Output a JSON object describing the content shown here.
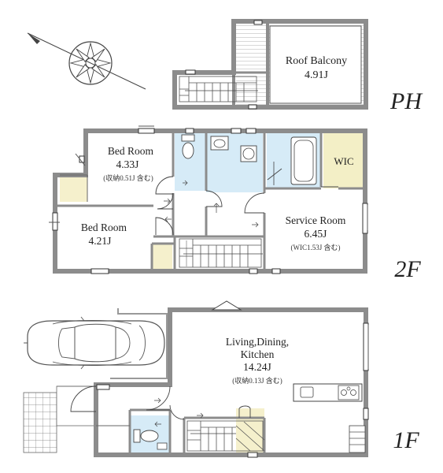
{
  "floors": {
    "ph": {
      "label": "PH",
      "rooms": [
        {
          "name": "Roof Balcony",
          "size": "4.91J"
        }
      ]
    },
    "f2": {
      "label": "2F",
      "rooms": [
        {
          "name": "Bed Room",
          "size": "4.33J",
          "note": "(収納0.51J 含む)"
        },
        {
          "name": "Bed Room",
          "size": "4.21J",
          "note": ""
        },
        {
          "name": "Service Room",
          "size": "6.45J",
          "note": "(WIC1.53J 含む)"
        },
        {
          "name": "WIC",
          "size": "",
          "note": ""
        }
      ]
    },
    "f1": {
      "label": "1F",
      "rooms": [
        {
          "name": "Living,Dining,",
          "name2": "Kitchen",
          "size": "14.24J",
          "note": "(収納0.13J 含む)"
        }
      ]
    }
  },
  "colors": {
    "wall": "#8c8c8c",
    "wet_area": "#d6ebf7",
    "storage": "#f5f0cc",
    "wic": "#f3efc6",
    "balcony_hatch": "#cfcfcf"
  },
  "icons": [
    "compass-rose-icon",
    "car-icon",
    "toilet-icon",
    "bathtub-icon",
    "sink-icon",
    "stove-icon"
  ]
}
